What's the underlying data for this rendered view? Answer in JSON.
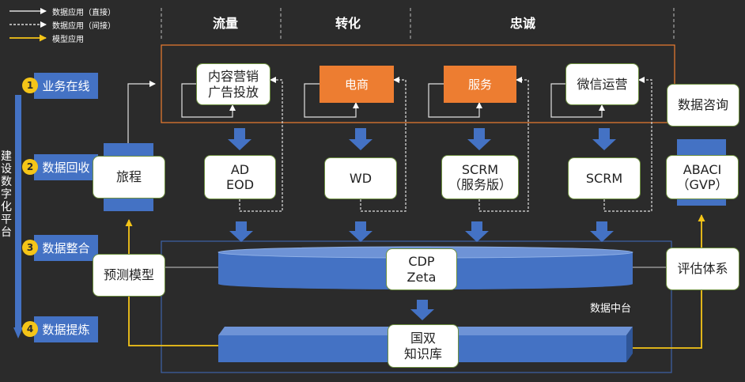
{
  "legend": {
    "direct": "数据应用（直接）",
    "indirect": "数据应用（间接）",
    "model": "模型应用"
  },
  "headers": {
    "traffic": "流量",
    "conversion": "转化",
    "loyalty": "忠诚"
  },
  "vertical_label": "建设数字化平台",
  "steps": [
    {
      "num": "1",
      "label": "业务在线"
    },
    {
      "num": "2",
      "label": "数据回收"
    },
    {
      "num": "3",
      "label": "数据整合"
    },
    {
      "num": "4",
      "label": "数据提炼"
    }
  ],
  "top_nodes": {
    "content": "内容营销\n广告投放",
    "ecommerce": "电商",
    "service": "服务",
    "wechat": "微信运营"
  },
  "systems": {
    "ad": "AD\nEOD",
    "wd": "WD",
    "scrm_service": "SCRM\n（服务版）",
    "scrm": "SCRM"
  },
  "side": {
    "journey": "旅程",
    "predict": "预测模型",
    "consult": "数据咨询",
    "abaci": "ABACI\n（GVP）",
    "evaluate": "评估体系"
  },
  "center": {
    "cdp": "CDP\nZeta",
    "knowledge": "国双\n知识库",
    "platform_label": "数据中台"
  },
  "colors": {
    "background": "#2b2b2b",
    "blue": "#4472c4",
    "orange": "#ed7d31",
    "yellow": "#f5c518",
    "white": "#ffffff"
  }
}
